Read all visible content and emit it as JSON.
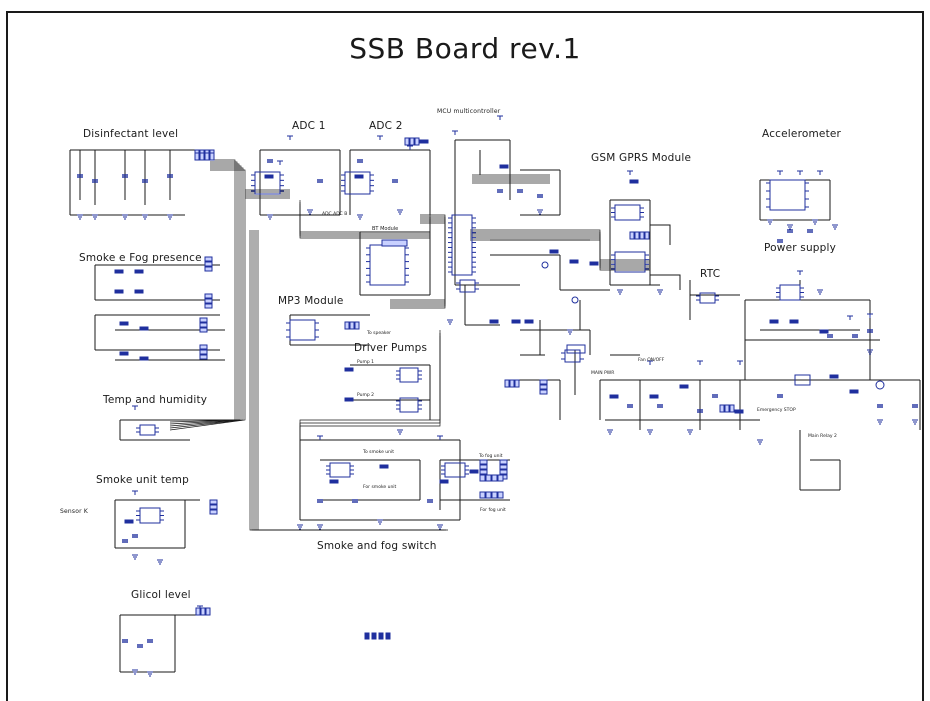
{
  "title": "SSB Board rev.1",
  "blocks": {
    "disinfectant_level": "Disinfectant level",
    "adc1": "ADC 1",
    "adc2": "ADC 2",
    "mcu": "MCU multicontroller",
    "gsm": "GSM GPRS Module",
    "accelerometer": "Accelerometer",
    "power_supply": "Power supply",
    "rtc": "RTC",
    "smoke_fog_presence": "Smoke e Fog presence",
    "mp3": "MP3 Module",
    "bt": "BT Module",
    "driver_pumps": "Driver Pumps",
    "temp_humidity": "Temp and humidity",
    "smoke_unit_temp": "Smoke unit temp",
    "sensor_k": "Sensor K",
    "smoke_fog_switch": "Smoke and fog switch",
    "glicol_level": "Glicol level"
  },
  "small_labels": {
    "to_speaker": "To speaker",
    "pump1": "Pump 1",
    "pump2": "Pump 2",
    "to_smoke_unit": "To smoke unit",
    "for_smoke_unit": "For smoke unit",
    "to_fog_unit": "To fog unit",
    "for_fog_unit": "For fog unit",
    "emergency_stop": "Emergency STOP",
    "main_relay": "Main Relay 2",
    "adc_sel": "ADC ADC B",
    "main_pwr": "MAIN PWR",
    "fan_on_off": "Fan ON/OFF"
  },
  "colors": {
    "wire": "#1a1a1a",
    "component": "#1f2f9e",
    "frame": "#1a1a1a",
    "background": "#ffffff"
  }
}
